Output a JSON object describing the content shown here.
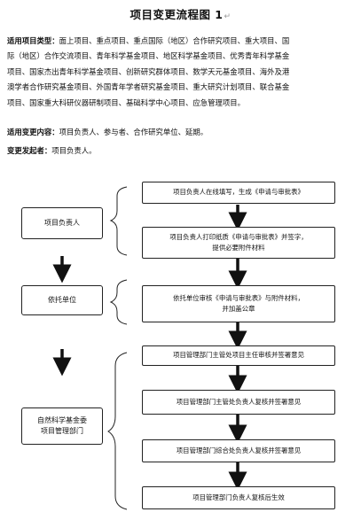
{
  "document": {
    "title": "项目变更流程图 1",
    "title_mark": "↵",
    "paragraphs": [
      {
        "label": "适用项目类型：",
        "lines": [
          "面上项目、重点项目、重点国际（地区）合作研究项目、重大项目、国",
          "际（地区）合作交流项目、青年科学基金项目、地区科学基金项目、优秀青年科学基金",
          "项目、国家杰出青年科学基金项目、创新研究群体项目、数学天元基金项目、海外及港",
          "澳学者合作研究基金项目、外国青年学者研究基金项目、重大研究计划项目、联合基金",
          "项目、国家重大科研仪器研制项目、基础科学中心项目、应急管理项目。"
        ]
      },
      {
        "label": "适用变更内容：",
        "lines": [
          "项目负责人、参与者、合作研究单位、延期。"
        ]
      },
      {
        "label": "变更发起者：",
        "lines": [
          "项目负责人。"
        ]
      }
    ]
  },
  "flow": {
    "left": [
      {
        "text": "项目负责人"
      },
      {
        "text": "依托单位"
      },
      {
        "text": "自然科学基金委\n项目管理部门"
      }
    ],
    "right": [
      {
        "text": "项目负责人在线填写，生成《申请与审批表》"
      },
      {
        "text": "项目负责人打印纸质《申请与审批表》并签字，\n提供必要附件材料"
      },
      {
        "text": "依托单位审核《申请与审批表》与附件材料，\n并加盖公章"
      },
      {
        "text": "项目管理部门主管处项目主任审核并签署意见"
      },
      {
        "text": "项目管理部门主管处负责人复核并签署意见"
      },
      {
        "text": "项目管理部门综合处负责人复核并签署意见"
      },
      {
        "text": "项目管理部门负责人复核后生效"
      }
    ]
  }
}
